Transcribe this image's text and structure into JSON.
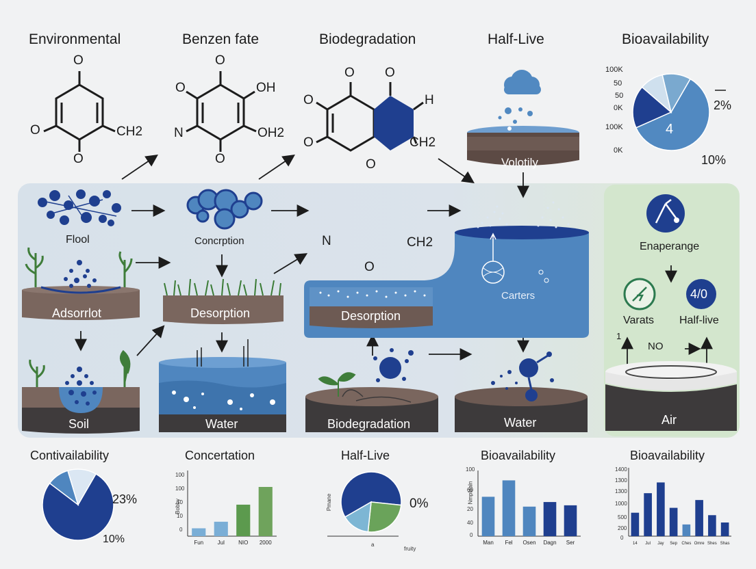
{
  "headers": {
    "environmental": "Environmental",
    "benzen_fate": "Benzen fate",
    "biodegradation": "Biodegradation",
    "half_live": "Half-Live",
    "bioavailability": "Bioavailability"
  },
  "molecules": {
    "m1": {
      "o_top": "O",
      "o_left": "O",
      "o_bottom": "O",
      "ch": "CH2"
    },
    "m2": {
      "o_top": "O",
      "o_left": "O",
      "oh": "OH",
      "n": "N",
      "oh2": "OH2",
      "o_bottom": "O"
    },
    "m3": {
      "o_top1": "O",
      "o_top2": "O",
      "o_left": "O",
      "o_left2": "O",
      "h": "H",
      "ch": "CH2",
      "o_bottom": "O"
    },
    "m4": {
      "n": "N",
      "ch": "CH2",
      "o": "O"
    }
  },
  "volatility_label": "Volotily",
  "top_pie": {
    "ticks": [
      "100K",
      "50",
      "50",
      "0K",
      "100K",
      "0K"
    ],
    "label_right": "2%",
    "label_center": "4",
    "label_bottom": "10%",
    "colors": [
      "#5189c1",
      "#1f3f8f",
      "#cfe0ee",
      "#7aa9cf"
    ]
  },
  "process": {
    "flool": "Flool",
    "concrption": "Concrption",
    "adsorrlot": "Adsorrlot",
    "desorption1": "Desorption",
    "desorption2": "Desorption",
    "soil": "Soil",
    "water1": "Water",
    "biodegradation": "Biodegradation",
    "water2": "Water",
    "air": "Air",
    "carters": "Carters"
  },
  "right_panel": {
    "enaperange": "Enaperange",
    "varats": "Varats",
    "half_live": "Half-live",
    "badge": "4/0",
    "one": "1",
    "no": "NO"
  },
  "bottom": {
    "contivailability": {
      "title": "Contivailability",
      "label_a": "23%",
      "label_b": "10%"
    },
    "concertation": {
      "title": "Concertation",
      "ytick_top": "100",
      "ytick_labels": [
        "100",
        "100",
        "10",
        "10",
        "0"
      ],
      "yaxis": "Bobby"
    },
    "half_live": {
      "title": "Half-Live",
      "label": "0%",
      "yaxis": "Pmane",
      "xaxis": "fruity",
      "xtick": "a"
    },
    "bioavail1": {
      "title": "Bioavailability",
      "yaxis": "Nmpldaln",
      "yticks": [
        "100",
        "60",
        "20",
        "40",
        "0"
      ]
    },
    "bioavail2": {
      "title": "Bioavailability",
      "yticks": [
        "1400",
        "1300",
        "1300",
        "1000",
        "500",
        "200",
        "0"
      ]
    }
  },
  "chart_data": [
    {
      "type": "pie",
      "title": "Bioavailability",
      "values": [
        60,
        18,
        10,
        12
      ],
      "labels": [
        "4",
        "2%",
        "",
        "10%"
      ]
    },
    {
      "type": "pie",
      "title": "Contivailability",
      "values": [
        77,
        10,
        13
      ],
      "labels": [
        "",
        "23%",
        "10%"
      ]
    },
    {
      "type": "bar",
      "title": "Concertation",
      "categories": [
        "Fun",
        "Jul",
        "NIO",
        "2000"
      ],
      "values": [
        12,
        22,
        48,
        75
      ],
      "ylim": [
        0,
        100
      ],
      "colors": [
        "#7aaed6",
        "#7aaed6",
        "#5c9a4e",
        "#6fa35c"
      ]
    },
    {
      "type": "pie",
      "title": "Half-Live",
      "values": [
        60,
        25,
        15
      ],
      "labels": [
        "",
        "0%",
        ""
      ]
    },
    {
      "type": "bar",
      "title": "Bioavailability",
      "categories": [
        "Man",
        "Fel",
        "Osen",
        "Dagn",
        "Ser"
      ],
      "values": [
        60,
        85,
        45,
        52,
        47
      ],
      "ylim": [
        0,
        100
      ],
      "colors": [
        "#4f86bf",
        "#4f86bf",
        "#4f86bf",
        "#1f3f8f",
        "#1f3f8f"
      ]
    },
    {
      "type": "bar",
      "title": "Bioavailability",
      "categories": [
        "14",
        "Jul",
        "Jay",
        "Sep",
        "Ches",
        "Omre",
        "Shes",
        "Shas"
      ],
      "values": [
        480,
        880,
        1100,
        580,
        240,
        740,
        430,
        280
      ],
      "ylim": [
        0,
        1400
      ],
      "colors": [
        "#1f3f8f",
        "#1f3f8f",
        "#1f3f8f",
        "#1f3f8f",
        "#4f86bf",
        "#1f3f8f",
        "#1f3f8f",
        "#1f3f8f"
      ]
    }
  ]
}
